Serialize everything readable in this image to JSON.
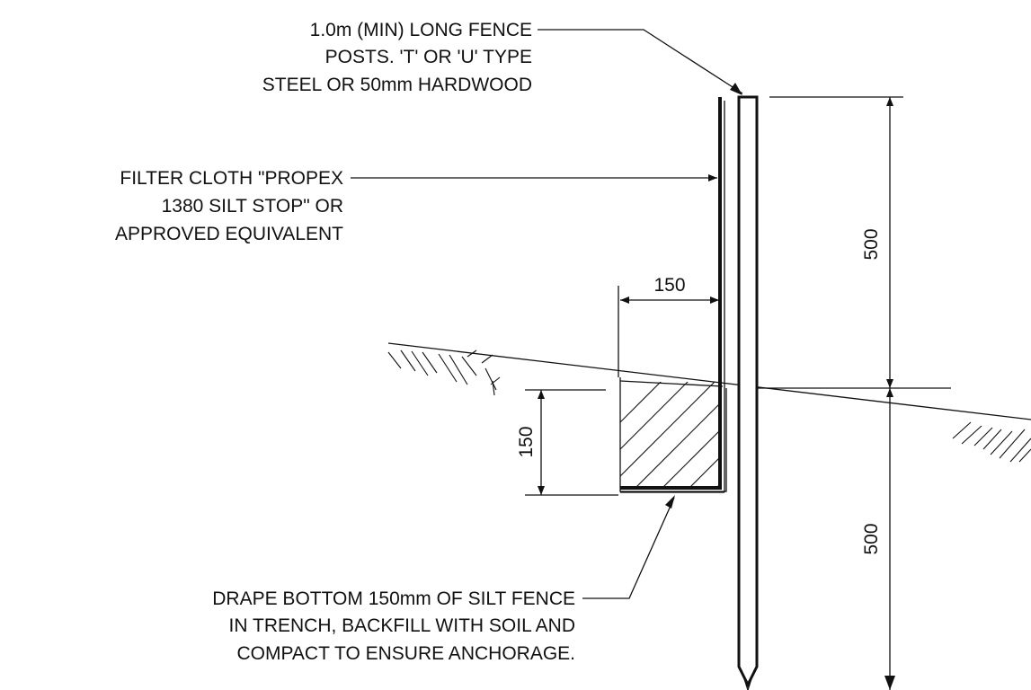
{
  "notes": {
    "post": [
      "1.0m (MIN) LONG FENCE",
      "POSTS. 'T' OR 'U' TYPE",
      "STEEL OR 50mm HARDWOOD"
    ],
    "cloth": [
      "FILTER CLOTH \"PROPEX",
      "1380 SILT STOP\" OR",
      "APPROVED EQUIVALENT"
    ],
    "drape": [
      "DRAPE BOTTOM 150mm OF SILT FENCE",
      "IN TRENCH, BACKFILL WITH SOIL AND",
      "COMPACT TO ENSURE ANCHORAGE."
    ]
  },
  "dimensions": {
    "trench_width": "150",
    "trench_depth": "150",
    "post_above_ground": "500",
    "post_below_ground": "500"
  }
}
